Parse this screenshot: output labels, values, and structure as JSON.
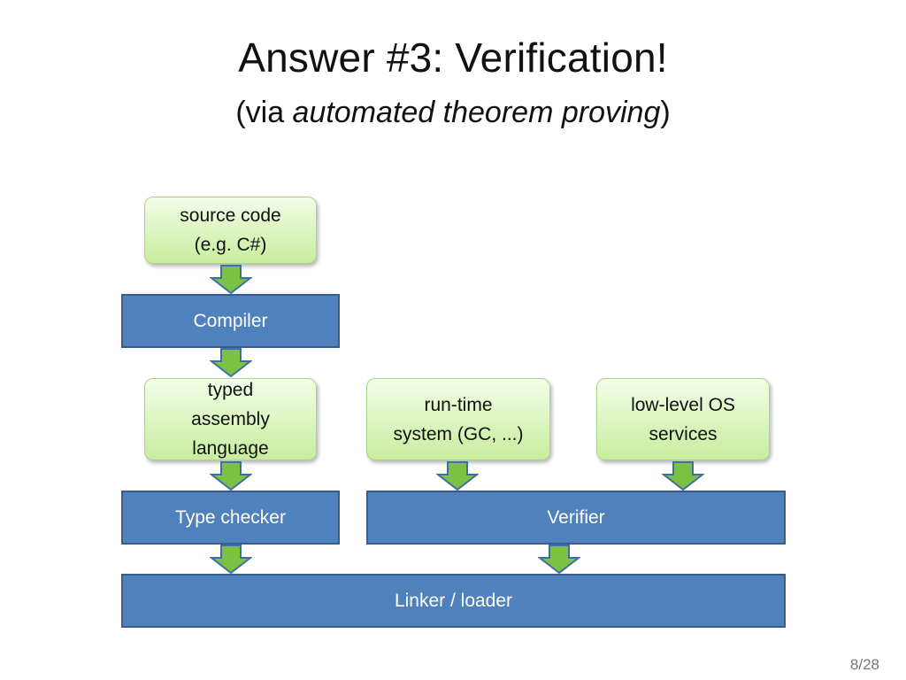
{
  "slide": {
    "title": "Answer #3: Verification!",
    "subtitle_open": "(via ",
    "subtitle_emphasis": "automated theorem proving",
    "subtitle_close": ")",
    "page_number": "8/28"
  },
  "diagram": {
    "inputs": {
      "source_code": {
        "line1": "source code",
        "line2": "(e.g. C#)"
      },
      "typed_assembly": {
        "line1": "typed",
        "line2": "assembly",
        "line3": "language"
      },
      "runtime_system": {
        "line1": "run-time",
        "line2": "system (GC, ...)"
      },
      "os_services": {
        "line1": "low-level OS",
        "line2": "services"
      }
    },
    "stages": {
      "compiler": "Compiler",
      "type_checker": "Type checker",
      "verifier": "Verifier",
      "linker_loader": "Linker / loader"
    },
    "colors": {
      "green_box_fill": "#d8f3bd",
      "stage_fill": "#4f81bd",
      "arrow_fill": "#7cc242",
      "arrow_outline": "#3f6fa6"
    }
  }
}
